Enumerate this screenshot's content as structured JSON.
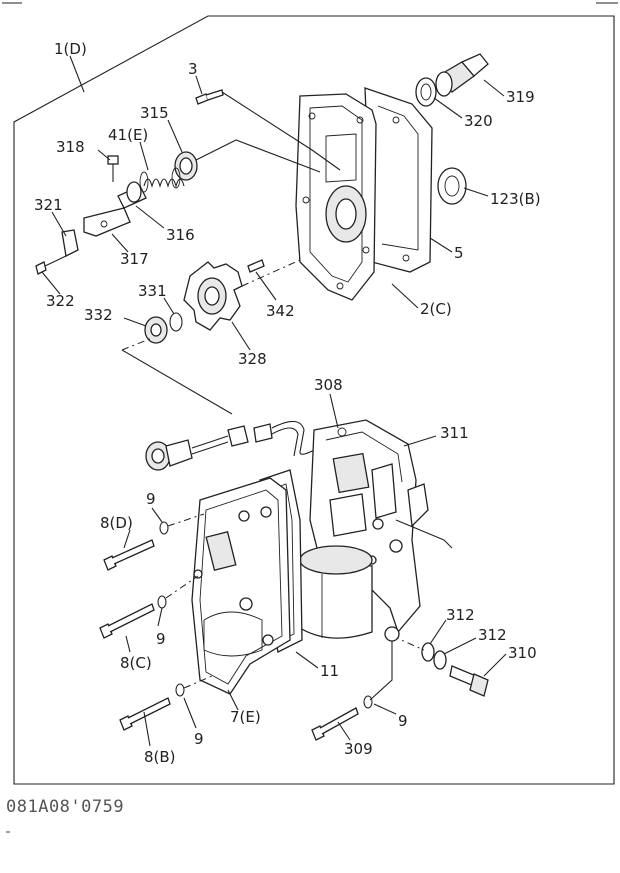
{
  "labels": {
    "l_1d": "1(D)",
    "l_3": "3",
    "l_315": "315",
    "l_41e": "41(E)",
    "l_318": "318",
    "l_319": "319",
    "l_320": "320",
    "l_123b": "123(B)",
    "l_321": "321",
    "l_316": "316",
    "l_5": "5",
    "l_317": "317",
    "l_322": "322",
    "l_331": "331",
    "l_342": "342",
    "l_2c": "2(C)",
    "l_332": "332",
    "l_328": "328",
    "l_308": "308",
    "l_311": "311",
    "l_9a": "9",
    "l_8d": "8(D)",
    "l_9b": "9",
    "l_8c": "8(C)",
    "l_312a": "312",
    "l_312b": "312",
    "l_310": "310",
    "l_11": "11",
    "l_9c": "9",
    "l_7e": "7(E)",
    "l_9d": "9",
    "l_8b": "8(B)",
    "l_309": "309"
  },
  "drawing_code": "081A08'0759"
}
